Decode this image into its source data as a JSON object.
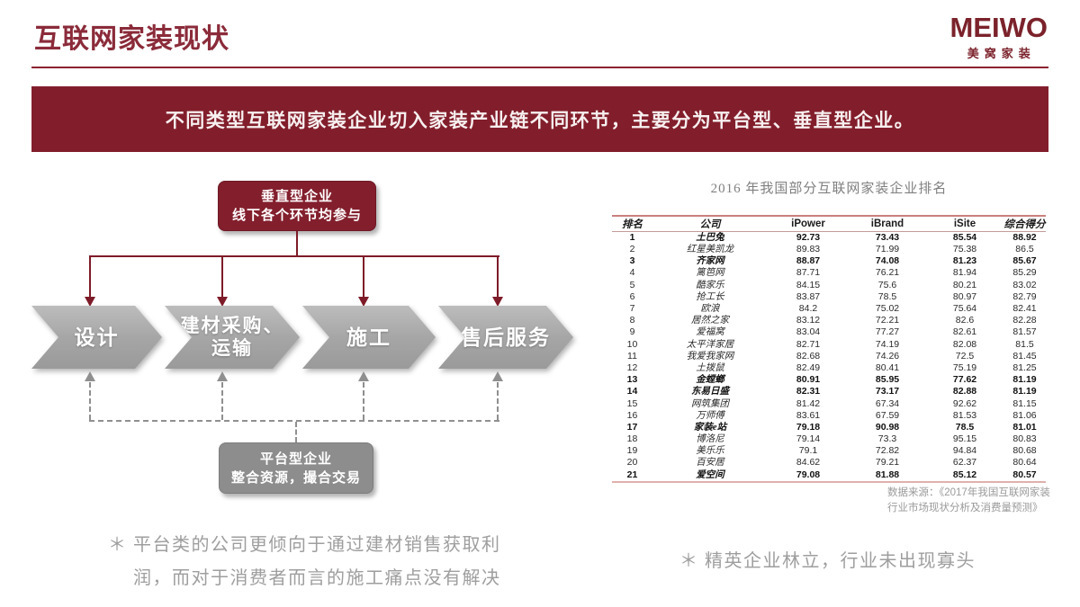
{
  "header": {
    "title": "互联网家装现状",
    "logo_brand": "MEIWO",
    "logo_subtitle": "美窝家装"
  },
  "banner": {
    "text": "不同类型互联网家装企业切入家装产业链不同环节，主要分为平台型、垂直型企业。"
  },
  "diagram": {
    "top_box": {
      "line1": "垂直型企业",
      "line2": "线下各个环节均参与"
    },
    "bottom_box": {
      "line1": "平台型企业",
      "line2": "整合资源，撮合交易"
    },
    "steps": [
      {
        "lines": [
          "设计"
        ]
      },
      {
        "lines": [
          "建材采购、",
          "运输"
        ]
      },
      {
        "lines": [
          "施工"
        ]
      },
      {
        "lines": [
          "售后服务"
        ]
      }
    ]
  },
  "ranking_table": {
    "title": "2016 年我国部分互联网家装企业排名",
    "columns": [
      "排名",
      "公司",
      "iPower",
      "iBrand",
      "iSite",
      "综合得分"
    ],
    "rows": [
      {
        "rank": "1",
        "company": "土巴兔",
        "ipower": "92.73",
        "ibrand": "73.43",
        "isite": "85.54",
        "score": "88.92",
        "bold": true
      },
      {
        "rank": "2",
        "company": "红星美凯龙",
        "ipower": "89.83",
        "ibrand": "71.99",
        "isite": "75.38",
        "score": "86.5",
        "bold": false
      },
      {
        "rank": "3",
        "company": "齐家网",
        "ipower": "88.87",
        "ibrand": "74.08",
        "isite": "81.23",
        "score": "85.67",
        "bold": true
      },
      {
        "rank": "4",
        "company": "篱笆网",
        "ipower": "87.71",
        "ibrand": "76.21",
        "isite": "81.94",
        "score": "85.29",
        "bold": false
      },
      {
        "rank": "5",
        "company": "酷家乐",
        "ipower": "84.15",
        "ibrand": "75.6",
        "isite": "80.21",
        "score": "83.02",
        "bold": false
      },
      {
        "rank": "6",
        "company": "抢工长",
        "ipower": "83.87",
        "ibrand": "78.5",
        "isite": "80.97",
        "score": "82.79",
        "bold": false
      },
      {
        "rank": "7",
        "company": "欧浪",
        "ipower": "84.2",
        "ibrand": "75.02",
        "isite": "75.64",
        "score": "82.41",
        "bold": false
      },
      {
        "rank": "8",
        "company": "居然之家",
        "ipower": "83.12",
        "ibrand": "72.21",
        "isite": "82.6",
        "score": "82.28",
        "bold": false
      },
      {
        "rank": "9",
        "company": "爱福窝",
        "ipower": "83.04",
        "ibrand": "77.27",
        "isite": "82.61",
        "score": "81.57",
        "bold": false
      },
      {
        "rank": "10",
        "company": "太平洋家居",
        "ipower": "82.71",
        "ibrand": "74.19",
        "isite": "82.08",
        "score": "81.5",
        "bold": false
      },
      {
        "rank": "11",
        "company": "我爱我家网",
        "ipower": "82.68",
        "ibrand": "74.26",
        "isite": "72.5",
        "score": "81.45",
        "bold": false
      },
      {
        "rank": "12",
        "company": "土拨鼠",
        "ipower": "82.49",
        "ibrand": "80.41",
        "isite": "75.19",
        "score": "81.25",
        "bold": false
      },
      {
        "rank": "13",
        "company": "金螳螂",
        "ipower": "80.91",
        "ibrand": "85.95",
        "isite": "77.62",
        "score": "81.19",
        "bold": true
      },
      {
        "rank": "14",
        "company": "东易日盛",
        "ipower": "82.31",
        "ibrand": "73.17",
        "isite": "82.88",
        "score": "81.19",
        "bold": true
      },
      {
        "rank": "15",
        "company": "网筑集团",
        "ipower": "81.42",
        "ibrand": "67.34",
        "isite": "92.62",
        "score": "81.15",
        "bold": false
      },
      {
        "rank": "16",
        "company": "万师傅",
        "ipower": "83.61",
        "ibrand": "67.59",
        "isite": "81.53",
        "score": "81.06",
        "bold": false
      },
      {
        "rank": "17",
        "company": "家装e站",
        "ipower": "79.18",
        "ibrand": "90.98",
        "isite": "78.5",
        "score": "81.01",
        "bold": true
      },
      {
        "rank": "18",
        "company": "博洛尼",
        "ipower": "79.14",
        "ibrand": "73.3",
        "isite": "95.15",
        "score": "80.83",
        "bold": false
      },
      {
        "rank": "19",
        "company": "美乐乐",
        "ipower": "79.1",
        "ibrand": "72.82",
        "isite": "94.84",
        "score": "80.68",
        "bold": false
      },
      {
        "rank": "20",
        "company": "百安居",
        "ipower": "84.62",
        "ibrand": "79.21",
        "isite": "62.37",
        "score": "80.64",
        "bold": false
      },
      {
        "rank": "21",
        "company": "爱空间",
        "ipower": "79.08",
        "ibrand": "81.88",
        "isite": "85.12",
        "score": "80.57",
        "bold": true
      }
    ],
    "source_line1": "数据来源：《2017年我国互联网家装",
    "source_line2": "行业市场现状分析及消费量预测》"
  },
  "notes": {
    "left_line1": "＊ 平台类的公司更倾向于通过建材销售获取利",
    "left_line2": "润，而对于消费者而言的施工痛点没有解决",
    "right": "＊ 精英企业林立，行业未出现寡头"
  },
  "colors": {
    "maroon": "#821E2B",
    "connector_red": "#7E1B28",
    "chevron_gray": "#A6A6A6",
    "platform_gray": "#8D8D8D",
    "note_gray": "#9E9E9E",
    "table_rule_pink": "#C9807E"
  }
}
